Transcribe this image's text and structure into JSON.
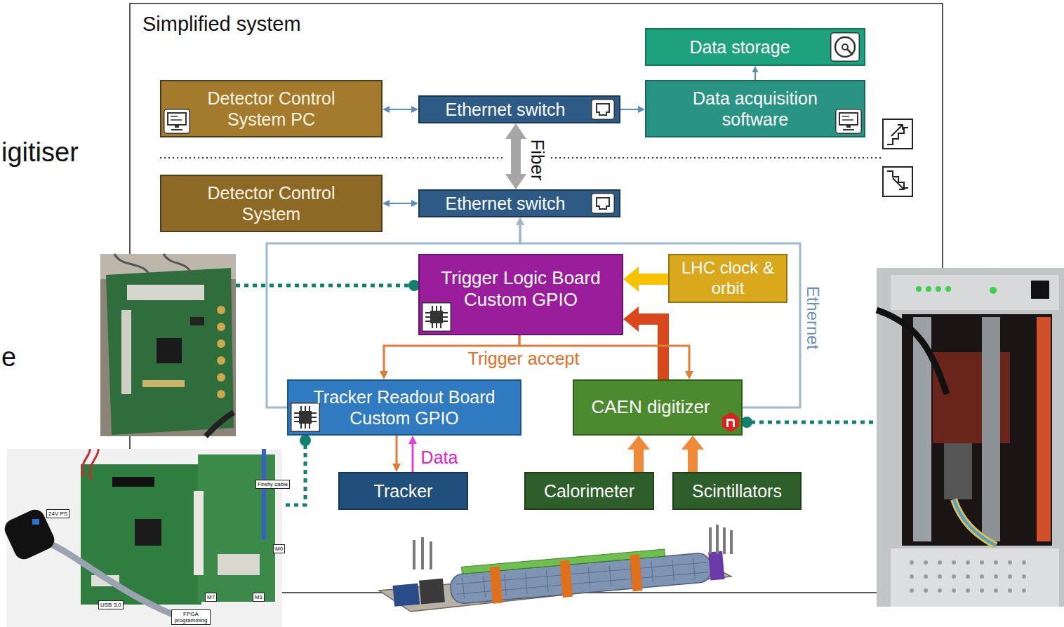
{
  "diagram": {
    "title": "Simplified system",
    "nodes": [
      {
        "text": [
          "Detector Control System PC"
        ]
      },
      {
        "text": [
          "Ethernet switch"
        ]
      },
      {
        "text": [
          "Data storage"
        ]
      },
      {
        "text": [
          "Data acquisition software"
        ]
      },
      {
        "text": [
          "Detector Control System"
        ]
      },
      {
        "text": [
          "Ethernet switch"
        ]
      },
      {
        "text": [
          "Trigger Logic Board Custom GPIO"
        ]
      },
      {
        "text": [
          "LHC clock & orbit"
        ]
      },
      {
        "text": [
          "Tracker Readout Board Custom GPIO"
        ]
      },
      {
        "text": [
          "CAEN digitizer"
        ]
      },
      {
        "text": [
          "Tracker"
        ]
      },
      {
        "text": [
          "Calorimeter"
        ]
      },
      {
        "text": [
          "Scintillators"
        ]
      }
    ],
    "edges": [
      {
        "from": 0,
        "to": 1,
        "arrow": "both"
      },
      {
        "from": 1,
        "to": 3,
        "arrow": "to"
      },
      {
        "from": 3,
        "to": 2,
        "arrow": "to"
      },
      {
        "from": 1,
        "to": 5,
        "arrow": "both",
        "label": "Fiber"
      },
      {
        "from": 4,
        "to": 5,
        "arrow": "both"
      },
      {
        "from": 8,
        "to": 5,
        "arrow": "to"
      },
      {
        "from": 9,
        "to": 5,
        "arrow": "to",
        "label": "Ethernet"
      },
      {
        "from": 7,
        "to": 6,
        "arrow": "to"
      },
      {
        "from": 9,
        "to": 6,
        "arrow": "to"
      },
      {
        "from": 6,
        "to": 8,
        "arrow": "to",
        "label": "Trigger accept"
      },
      {
        "from": 6,
        "to": 9,
        "arrow": "to"
      },
      {
        "from": 8,
        "to": 10,
        "arrow": "to"
      },
      {
        "from": 10,
        "to": 8,
        "arrow": "to",
        "label": "Data"
      },
      {
        "from": 11,
        "to": 9,
        "arrow": "to"
      },
      {
        "from": 12,
        "to": 9,
        "arrow": "to"
      }
    ],
    "labels": [
      "igitiser",
      "e",
      "24V PS",
      "Firefly cable",
      "M0",
      "M7",
      "M1",
      "USB 3.0",
      "FPGA programming"
    ]
  }
}
